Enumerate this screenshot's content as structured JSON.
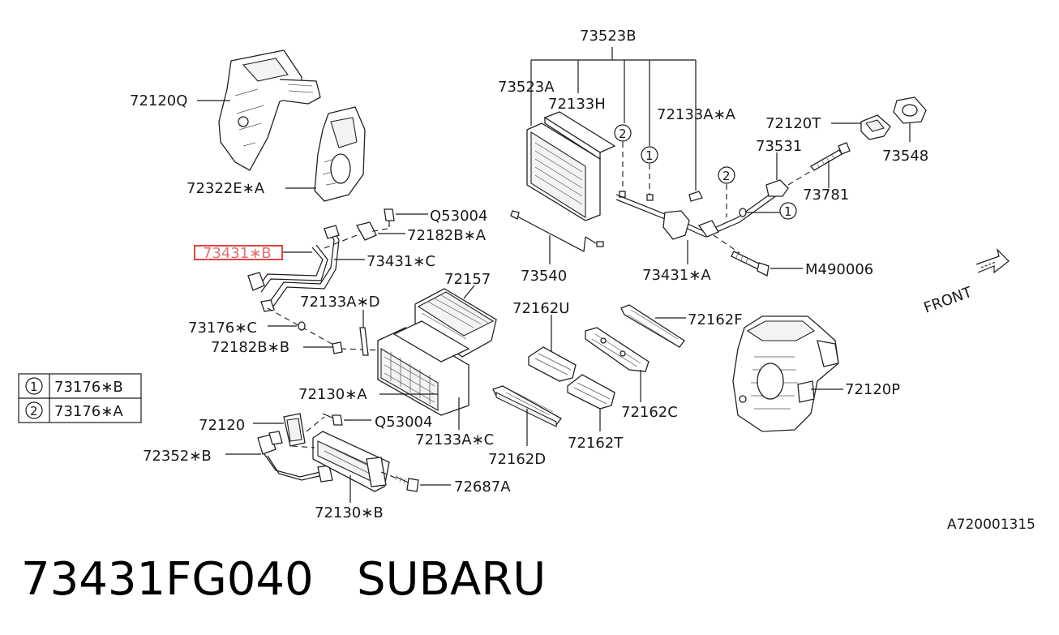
{
  "labels": {
    "l73523B": "73523B",
    "l73523A": "73523A",
    "l72133H": "72133H",
    "l72133AA": "72133A∗A",
    "l72120T": "72120T",
    "l73548": "73548",
    "l73531": "73531",
    "l73781": "73781",
    "l72120Q": "72120Q",
    "l72322EA": "72322E∗A",
    "lQ53004a": "Q53004",
    "l72182BA": "72182B∗A",
    "l73431B": "73431∗B",
    "l73431C": "73431∗C",
    "l72157": "72157",
    "l73540": "73540",
    "l73431A": "73431∗A",
    "lM490006": "M490006",
    "l72133AD": "72133A∗D",
    "l73176C": "73176∗C",
    "l72182BB": "72182B∗B",
    "l72162U": "72162U",
    "l72162F": "72162F",
    "l72120P": "72120P",
    "l72130A": "72130∗A",
    "l72120": "72120",
    "lQ53004b": "Q53004",
    "l72133AC": "72133A∗C",
    "l72352B": "72352∗B",
    "l72162C": "72162C",
    "l72162T": "72162T",
    "l72162D": "72162D",
    "l72687A": "72687A",
    "l72130B": "72130∗B",
    "front": "FRONT",
    "diagram_code": "A720001315",
    "callout1": "1",
    "callout2": "2"
  },
  "legend": [
    {
      "num": "1",
      "part": "73176∗B"
    },
    {
      "num": "2",
      "part": "73176∗A"
    }
  ],
  "highlight": {
    "part": "73431∗B",
    "color": "#e03030"
  },
  "footer": {
    "part_number": "73431FG040",
    "brand": "SUBARU",
    "text": "73431FG040   SUBARU"
  }
}
